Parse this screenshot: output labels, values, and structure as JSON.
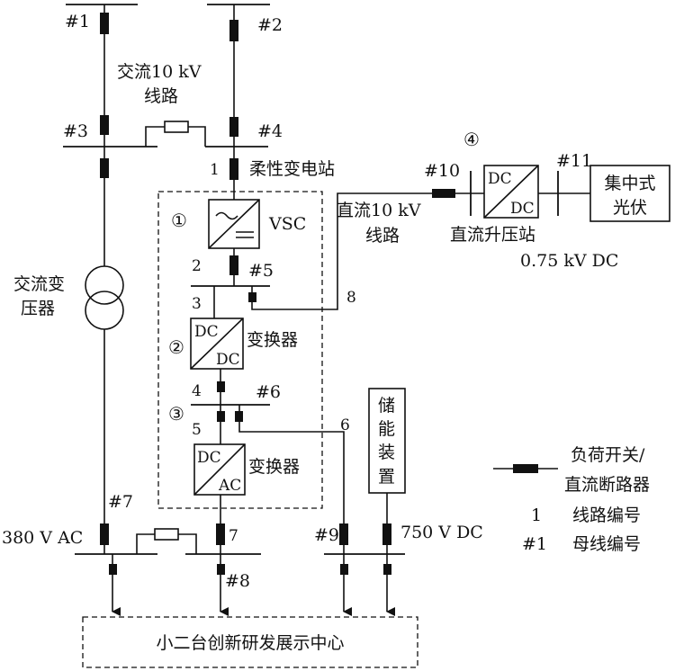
{
  "buses": {
    "b1": "#1",
    "b2": "#2",
    "b3": "#3",
    "b4": "#4",
    "b5": "#5",
    "b6": "#6",
    "b7": "#7",
    "b8": "#8",
    "b9": "#9",
    "b10": "#10",
    "b11": "#11"
  },
  "line_numbers": {
    "l1": "1",
    "l2": "2",
    "l3": "3",
    "l4": "4",
    "l5": "5",
    "l6": "6",
    "l7": "7",
    "l8": "8"
  },
  "circled": {
    "c1": "①",
    "c2": "②",
    "c3": "③",
    "c4": "④"
  },
  "labels": {
    "ac_line_1": "交流10 kV",
    "ac_line_2": "线路",
    "flex_substation": "柔性变电站",
    "vsc": "VSC",
    "dc_line_1": "直流10 kV",
    "dc_line_2": "线路",
    "dc_boost_station": "直流升压站",
    "voltage_075": "0.75 kV DC",
    "pv_1": "集中式",
    "pv_2": "光伏",
    "ac_transformer_1": "交流变",
    "ac_transformer_2": "压器",
    "converter_a": "变换器",
    "converter_b": "变换器",
    "storage_1": "储",
    "storage_2": "能",
    "storage_3": "装",
    "storage_4": "置",
    "ac380": "380 V AC",
    "dc750": "750 V DC",
    "center": "小二台创新研发展示中心"
  },
  "converter_text": {
    "dc_top": "DC",
    "dc_bottom": "DC",
    "dc_top2": "DC",
    "ac_bottom2": "AC",
    "dc_top3": "DC",
    "dc_bottom3": "DC"
  },
  "legend": {
    "switch_1": "负荷开关/",
    "switch_2": "直流断路器",
    "line_key": "1",
    "line_desc": "线路编号",
    "bus_key": "#1",
    "bus_desc": "母线编号"
  }
}
